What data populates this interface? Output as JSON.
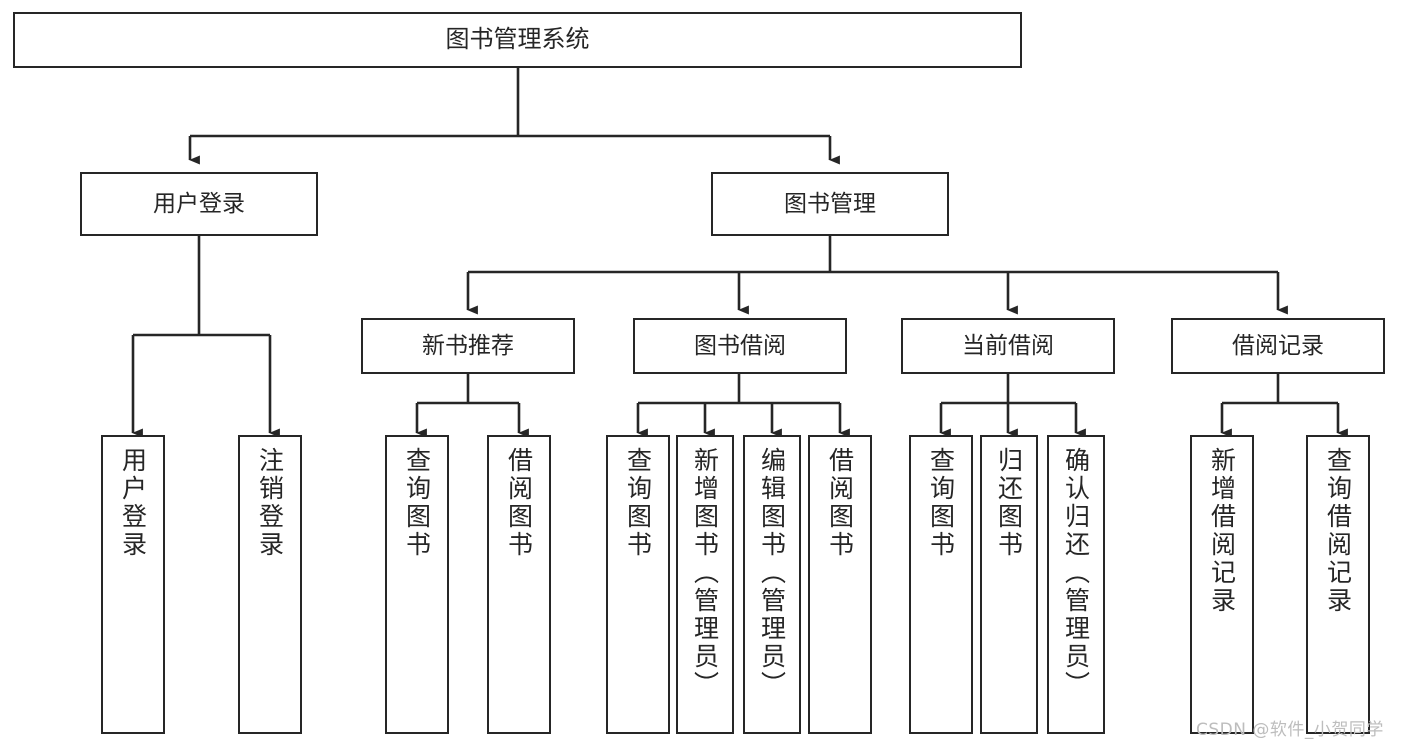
{
  "diagram": {
    "title": "图书管理系统",
    "watermark": "CSDN @软件_小贺同学",
    "colors": {
      "box_border": "#262626",
      "box_fill": "#ffffff",
      "edge": "#262626",
      "text": "#262626",
      "watermark": "#bdbdbd",
      "background": "#ffffff"
    }
  },
  "nodes": {
    "root": {
      "label": "图书管理系统"
    },
    "level2": [
      {
        "label": "用户登录"
      },
      {
        "label": "图书管理"
      }
    ],
    "level3": [
      {
        "label": "新书推荐"
      },
      {
        "label": "图书借阅"
      },
      {
        "label": "当前借阅"
      },
      {
        "label": "借阅记录"
      }
    ],
    "leaves": {
      "user_login": [
        {
          "label": "用户登录"
        },
        {
          "label": "注销登录"
        }
      ],
      "new_book": [
        {
          "label": "查询图书"
        },
        {
          "label": "借阅图书"
        }
      ],
      "book_borrow": [
        {
          "label": "查询图书"
        },
        {
          "label": "新增图书（管理员）"
        },
        {
          "label": "编辑图书（管理员）"
        },
        {
          "label": "借阅图书"
        }
      ],
      "current_borrow": [
        {
          "label": "查询图书"
        },
        {
          "label": "归还图书"
        },
        {
          "label": "确认归还（管理员）"
        }
      ],
      "borrow_record": [
        {
          "label": "新增借阅记录"
        },
        {
          "label": "查询借阅记录"
        }
      ]
    }
  }
}
